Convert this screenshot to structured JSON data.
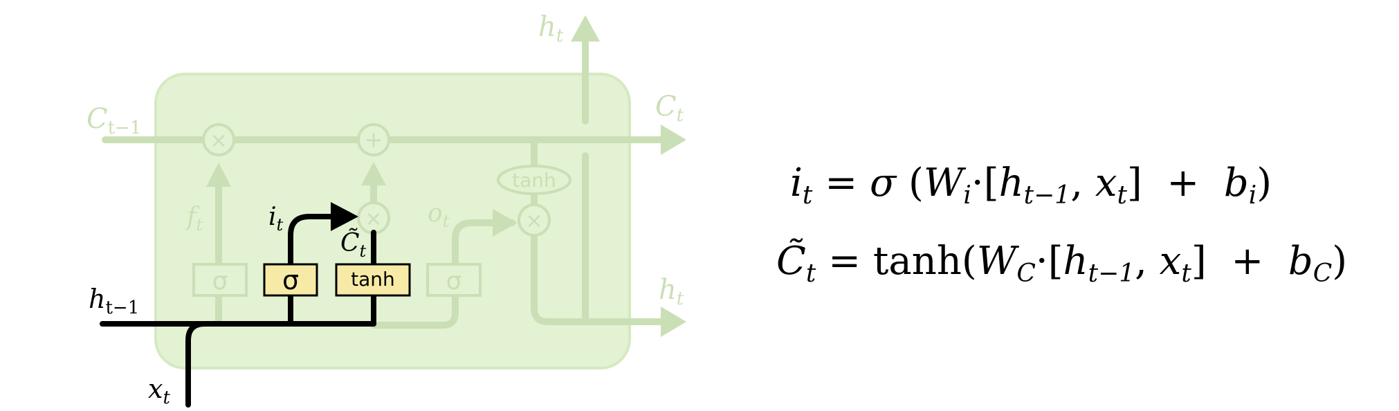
{
  "diagram": {
    "cell_fill": "#e3f2d2",
    "faded_color": "#cbdfb6",
    "active_color": "#000000",
    "gate_fill": "#f6eaa6",
    "labels": {
      "c_prev": "C",
      "c_prev_sub": "t−1",
      "c_next": "C",
      "c_next_sub": "t",
      "h_top": "h",
      "h_top_sub": "t",
      "h_right": "h",
      "h_right_sub": "t",
      "h_prev": "h",
      "h_prev_sub": "t−1",
      "x_in": "x",
      "x_in_sub": "t",
      "f_t": "f",
      "f_t_sub": "t",
      "i_t": "i",
      "i_t_sub": "t",
      "c_tilde": "C̃",
      "c_tilde_sub": "t",
      "o_t": "o",
      "o_t_sub": "t"
    },
    "ops": {
      "multiply": "×",
      "add": "+",
      "tanh": "tanh"
    },
    "gates": {
      "forget": "σ",
      "input": "σ",
      "candidate": "tanh",
      "output": "σ"
    }
  },
  "equations": {
    "eq1": {
      "lhs": "i",
      "lhs_sub": "t",
      "eq": "=",
      "fn": "σ",
      "open": "(",
      "w": "W",
      "w_sub": "i",
      "dot": "·",
      "lb": "[",
      "h": "h",
      "h_sub": "t−1",
      "comma": ",",
      "x": "x",
      "x_sub": "t",
      "rb": "]",
      "plus": "+",
      "b": "b",
      "b_sub": "i",
      "close": ")"
    },
    "eq2": {
      "lhs": "C̃",
      "lhs_sub": "t",
      "eq": "=",
      "fn": "tanh",
      "open": "(",
      "w": "W",
      "w_sub": "C",
      "dot": "·",
      "lb": "[",
      "h": "h",
      "h_sub": "t−1",
      "comma": ",",
      "x": "x",
      "x_sub": "t",
      "rb": "]",
      "plus": "+",
      "b": "b",
      "b_sub": "C",
      "close": ")"
    }
  }
}
